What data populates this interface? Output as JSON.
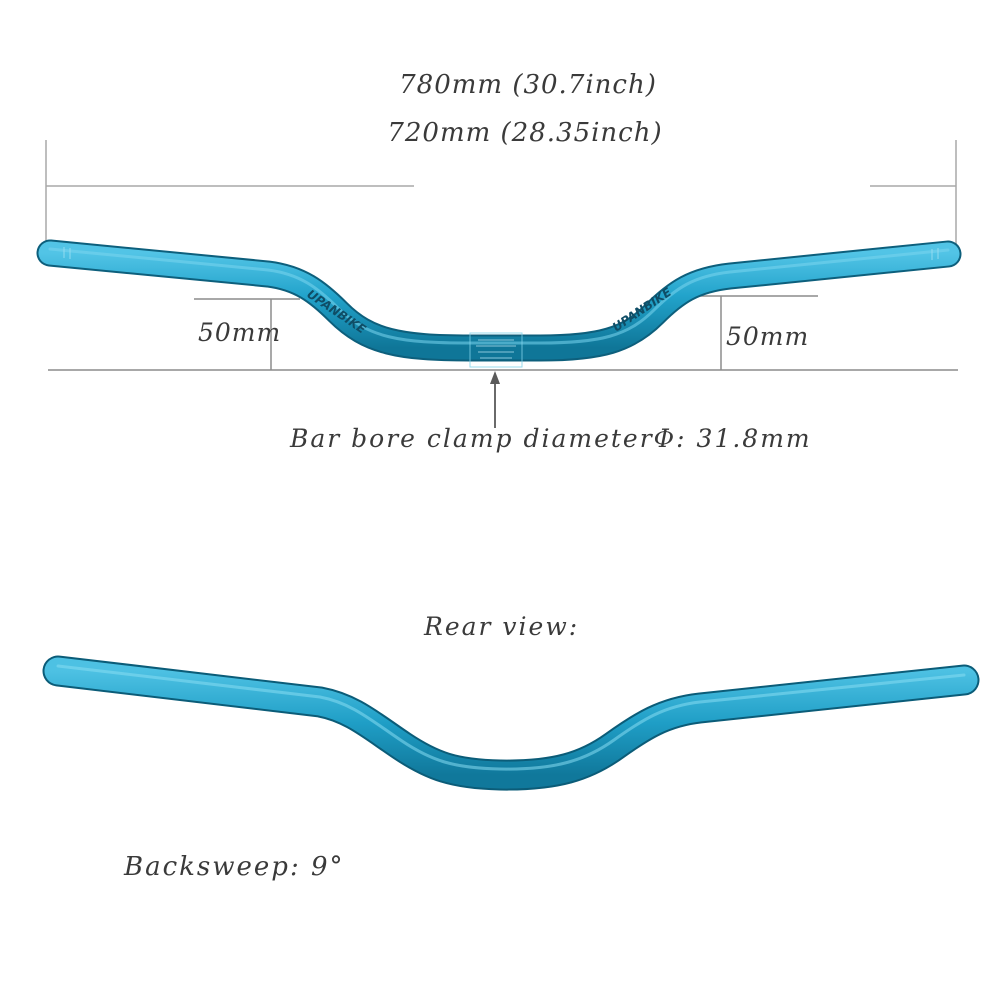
{
  "dimensions": {
    "width_full": "780mm (30.7inch)",
    "width_alt": "720mm (28.35inch)",
    "rise_left": "50mm",
    "rise_right": "50mm",
    "clamp_diameter": "Bar bore clamp diameterΦ:  31.8mm"
  },
  "views": {
    "rear_view": "Rear view:",
    "backsweep": "Backsweep: 9°"
  },
  "branding": {
    "left_logo": "UPANBIKE",
    "right_logo": "UPANBIKE"
  },
  "colors": {
    "bar": "#1f9ec6",
    "bar_dark": "#117a9e",
    "bar_light": "#4cc0e2",
    "lines": "#9a9a9a"
  }
}
